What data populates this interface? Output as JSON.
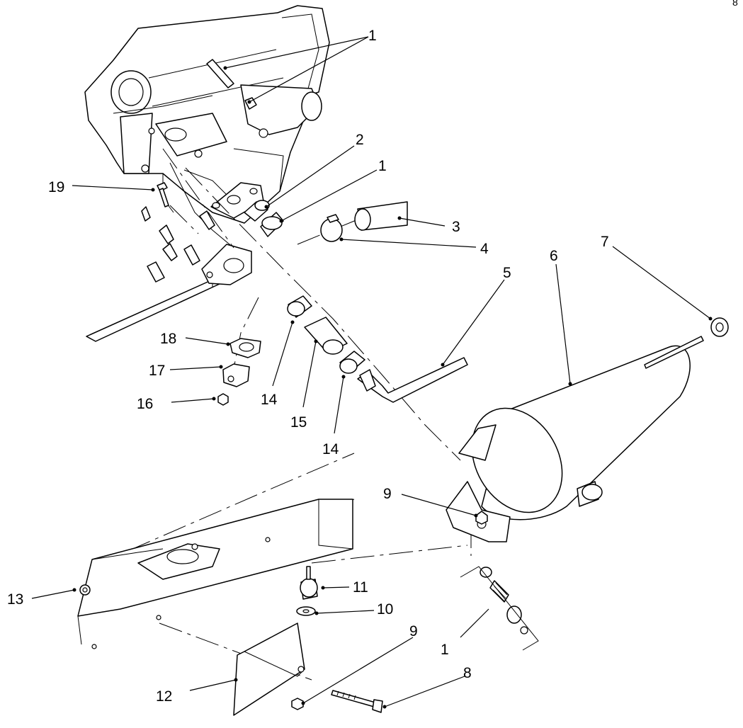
{
  "page_marker": "8",
  "callouts": {
    "c1_top": "1",
    "c1_mid": "1",
    "c1_bottom": "1",
    "c2": "2",
    "c3": "3",
    "c4": "4",
    "c5": "5",
    "c6": "6",
    "c7": "7",
    "c8": "8",
    "c9_upper": "9",
    "c9_lower": "9",
    "c10": "10",
    "c11": "11",
    "c12": "12",
    "c13": "13",
    "c14_left": "14",
    "c14_right": "14",
    "c15": "15",
    "c16": "16",
    "c17": "17",
    "c18": "18",
    "c19": "19"
  }
}
